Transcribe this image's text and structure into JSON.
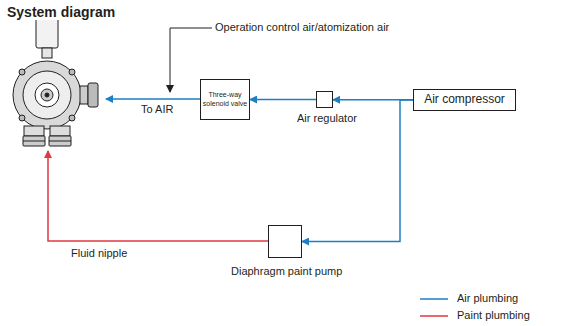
{
  "diagram": {
    "title": "System diagram",
    "nodes": [
      {
        "text": [
          "Three-way solenoid valve"
        ]
      },
      {
        "text": [
          "Air regulator"
        ]
      },
      {
        "text": [
          "Air compressor"
        ]
      },
      {
        "text": [
          "Diaphragm paint pump"
        ]
      }
    ],
    "edges": [
      {
        "from": 2,
        "to": 1,
        "arrow": "to"
      },
      {
        "from": 1,
        "to": 0,
        "arrow": "to"
      },
      {
        "from": 2,
        "to": 3,
        "arrow": "to"
      }
    ],
    "labels": [
      "Operation control air/atomization air",
      "To AIR",
      "Fluid nipple"
    ],
    "legend": [
      {
        "text": "Air plumbing"
      },
      {
        "text": "Paint plumbing"
      }
    ]
  }
}
